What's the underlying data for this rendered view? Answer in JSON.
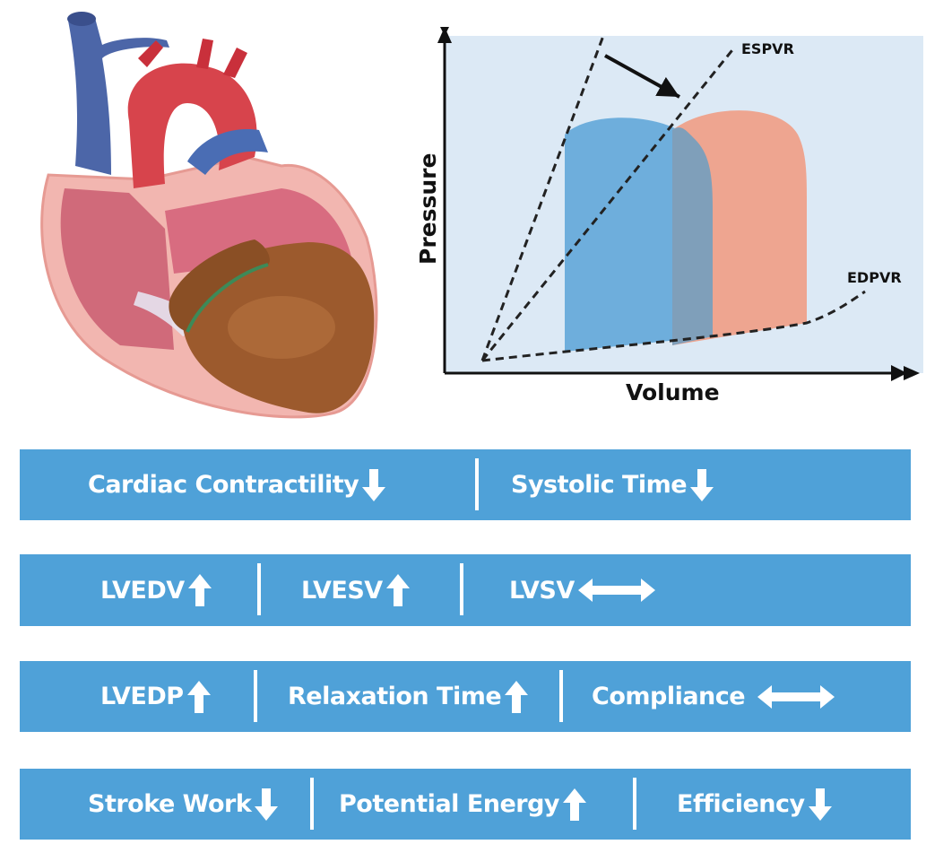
{
  "diagram": {
    "espvr_label": "ESPVR",
    "edpvr_label": "EDPVR",
    "xlabel": "Volume",
    "ylabel": "Pressure"
  },
  "rows": [
    {
      "items": [
        {
          "label": "Cardiac Contractility",
          "arrow": "down-arrow-icon"
        },
        {
          "label": "Systolic Time",
          "arrow": "down-arrow-icon"
        }
      ]
    },
    {
      "items": [
        {
          "label": "LVEDV",
          "arrow": "up-arrow-icon"
        },
        {
          "label": "LVESV",
          "arrow": "up-arrow-icon"
        },
        {
          "label": "LVSV",
          "arrow": "left-right-arrow-icon"
        }
      ]
    },
    {
      "items": [
        {
          "label": "LVEDP",
          "arrow": "up-arrow-icon"
        },
        {
          "label": "Relaxation Time",
          "arrow": "up-arrow-icon"
        },
        {
          "label": "Compliance",
          "arrow": "left-right-arrow-icon"
        }
      ]
    },
    {
      "items": [
        {
          "label": "Stroke Work",
          "arrow": "down-arrow-icon"
        },
        {
          "label": "Potential Energy",
          "arrow": "up-arrow-icon"
        },
        {
          "label": "Efficiency",
          "arrow": "down-arrow-icon"
        }
      ]
    }
  ],
  "colors": {
    "band": "#4fa1d8",
    "plot_background": "#dce9f5",
    "baseline_loop": "#6eaedc",
    "shifted_loop": "#eea590",
    "overlap": "#7f9fba"
  }
}
